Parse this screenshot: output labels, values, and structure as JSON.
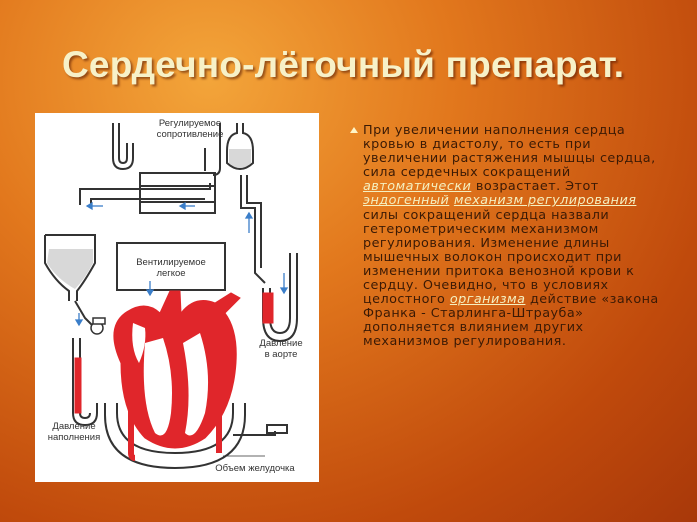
{
  "slide": {
    "title": "Сердечно-лёгочный препарат",
    "title_dot": "."
  },
  "figure": {
    "labels": {
      "resistance": "Регулируемое\nсопротивление",
      "lung": "Вентилируемое\nлегкое",
      "aortic_pressure": "Давление\nв аорте",
      "filling_pressure": "Давление\nнаполнения",
      "ventricle_volume": "Объем желудочка"
    },
    "colors": {
      "blood": "#e0262b",
      "line": "#333333"
    }
  },
  "text": {
    "part1": "При увеличении наполнения сердца кровью в диастолу, то есть при увеличении растяжения мышцы сердца, сила сердечных сокращений ",
    "link1": "автоматически",
    "part2": " возрастает. Этот ",
    "link2": "эндогенный",
    "link3": "механизм регулирования",
    "part3": " силы сокращений сердца назвали гетерометрическим механизмом регулирования. Изменение длины мышечных волокон происходит при изменении притока венозной крови к сердцу. Очевидно, что в условиях целостного ",
    "link4": "организма",
    "part4": " действие «закона Франка - Старлинга-Штрауба» дополняется влиянием других механизмов регулирования."
  }
}
